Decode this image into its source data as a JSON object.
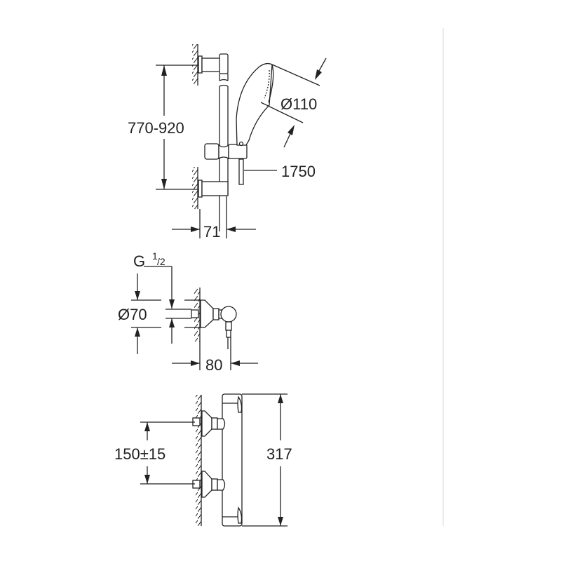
{
  "drawing": {
    "shower_rail": {
      "rail_spacing_label": "770-920",
      "head_diameter_label": "Ø110",
      "hose_length_label": "1750",
      "projection_label": "71"
    },
    "valve_side": {
      "thread_label_main": "G",
      "thread_label_num": "1",
      "thread_label_den": "/2",
      "escutcheon_diameter_label": "Ø70",
      "projection_label": "80"
    },
    "valve_front": {
      "inlet_spacing_label": "150±15",
      "height_label": "317"
    }
  },
  "colors": {
    "line": "#222222",
    "divider": "#e6e6e6"
  }
}
